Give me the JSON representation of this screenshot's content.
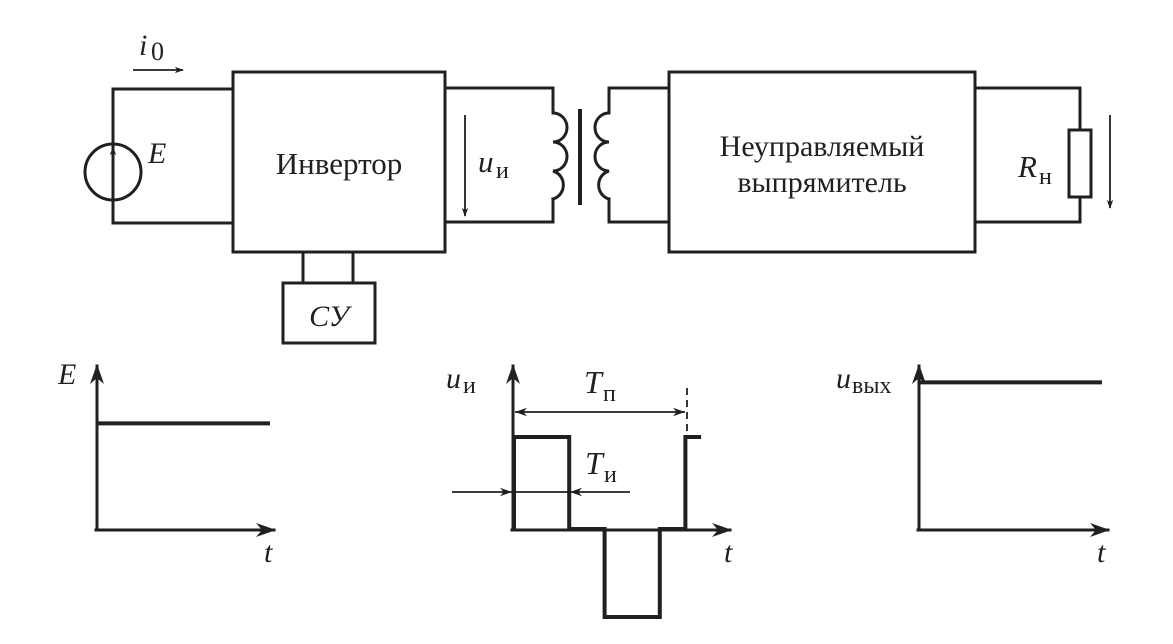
{
  "circuit": {
    "source_label": "E",
    "current_label": "i",
    "current_sub": "0",
    "inverter_label": "Инвертор",
    "inverter_voltage_label": "u",
    "inverter_voltage_sub": "и",
    "rectifier_label_line1": "Неуправляемый",
    "rectifier_label_line2": "выпрямитель",
    "load_label": "R",
    "load_sub": "н",
    "control_label": "СУ"
  },
  "plots": {
    "source": {
      "ylabel": "E",
      "ylabel_sub": "",
      "xlabel": "t"
    },
    "inverter": {
      "ylabel": "u",
      "ylabel_sub": "и",
      "xlabel": "t",
      "period_label": "T",
      "period_sub": "п",
      "pulse_label": "T",
      "pulse_sub": "и"
    },
    "output": {
      "ylabel": "u",
      "ylabel_sub": "вых",
      "xlabel": "t"
    }
  },
  "chart_data": [
    {
      "type": "line",
      "title": "",
      "xlabel": "t",
      "ylabel": "E",
      "x": [
        0,
        1
      ],
      "y": [
        0.65,
        0.65
      ],
      "ylim": [
        0,
        1
      ],
      "grid": false
    },
    {
      "type": "line",
      "title": "",
      "xlabel": "t",
      "ylabel": "u_и",
      "x": [
        0,
        0,
        0.28,
        0.28,
        0.46,
        0.46,
        0.74,
        0.74,
        0.87,
        0.87,
        0.95
      ],
      "y": [
        0,
        1,
        1,
        0,
        0,
        -1,
        -1,
        0,
        0,
        1,
        1
      ],
      "annotations": [
        "T_п (period)",
        "T_и (pulse width)"
      ],
      "ylim": [
        -1,
        1
      ],
      "grid": false
    },
    {
      "type": "line",
      "title": "",
      "xlabel": "t",
      "ylabel": "u_вых",
      "x": [
        0,
        1
      ],
      "y": [
        0.9,
        0.9
      ],
      "ylim": [
        0,
        1
      ],
      "grid": false
    }
  ]
}
